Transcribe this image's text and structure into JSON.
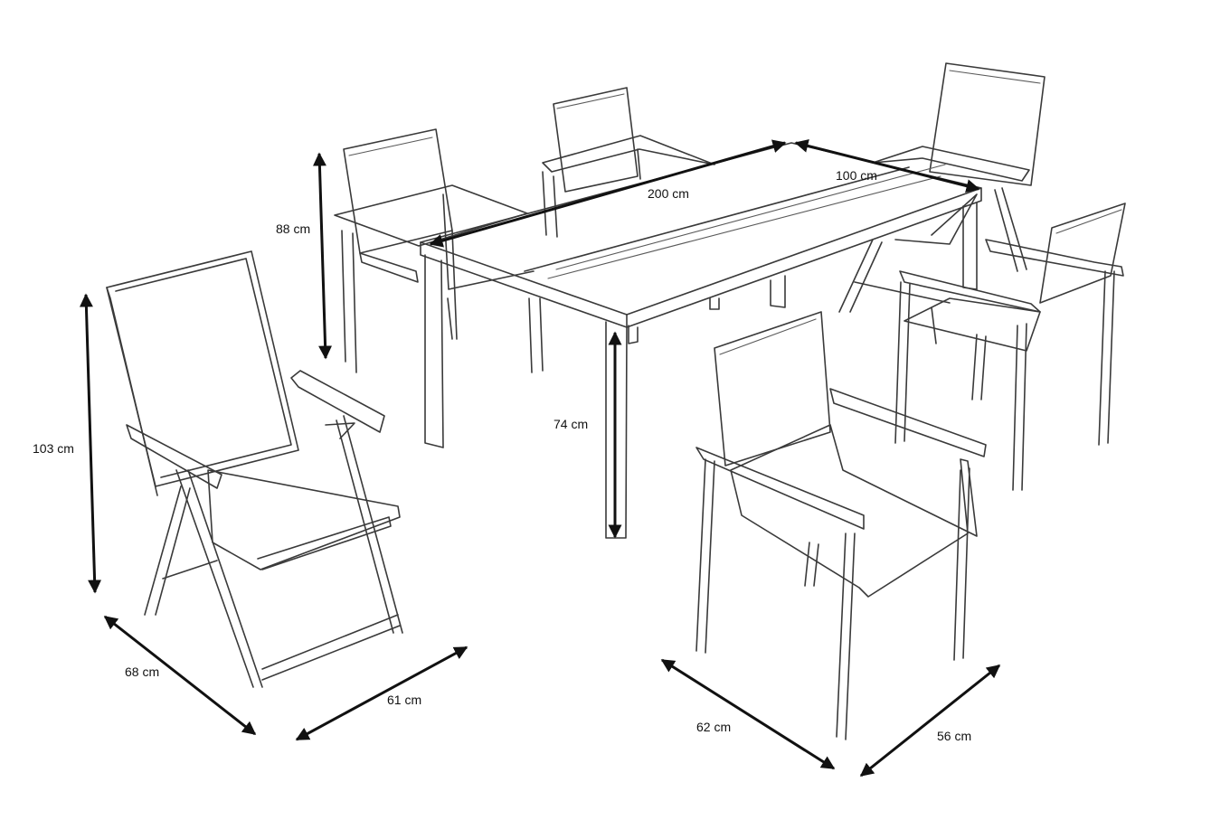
{
  "dimensions": {
    "table_length": "200 cm",
    "table_width": "100 cm",
    "table_height": "74 cm",
    "stacking_chair_back_height": "88 cm",
    "folding_chair_height": "103 cm",
    "folding_chair_depth": "68 cm",
    "folding_chair_width": "61 cm",
    "stacking_chair_depth": "62 cm",
    "stacking_chair_width": "56 cm"
  },
  "colors": {
    "line": "#3a3a3a",
    "dimension_arrow": "#111111",
    "background": "#ffffff"
  }
}
